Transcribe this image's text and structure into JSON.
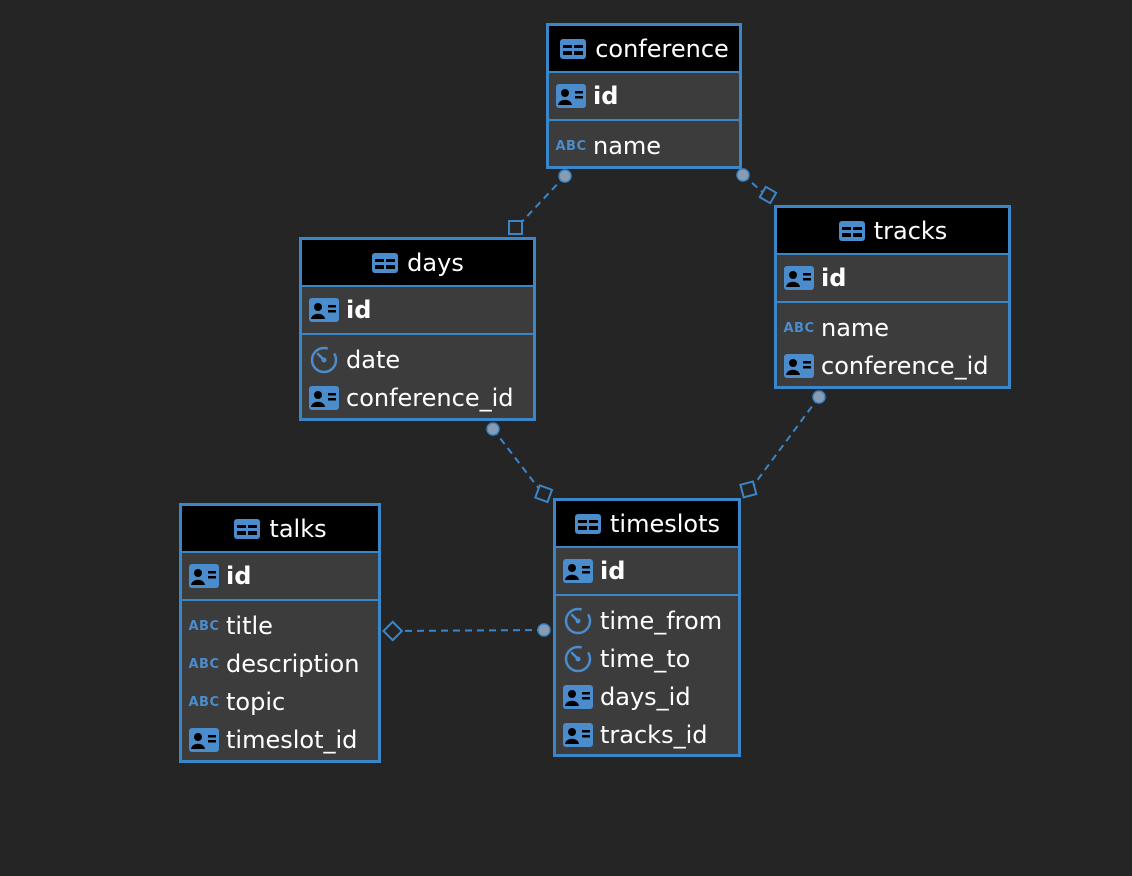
{
  "diagram": {
    "entities": [
      {
        "key": "conference",
        "title": "conference",
        "pk": {
          "name": "id",
          "icon": "id-card-icon"
        },
        "columns": [
          {
            "name": "name",
            "icon": "abc-icon",
            "abc_text": "ABC"
          }
        ]
      },
      {
        "key": "tracks",
        "title": "tracks",
        "pk": {
          "name": "id",
          "icon": "id-card-icon"
        },
        "columns": [
          {
            "name": "name",
            "icon": "abc-icon",
            "abc_text": "ABC"
          },
          {
            "name": "conference_id",
            "icon": "id-card-icon"
          }
        ]
      },
      {
        "key": "days",
        "title": "days",
        "pk": {
          "name": "id",
          "icon": "id-card-icon"
        },
        "columns": [
          {
            "name": "date",
            "icon": "clock-icon"
          },
          {
            "name": "conference_id",
            "icon": "id-card-icon"
          }
        ]
      },
      {
        "key": "timeslots",
        "title": "timeslots",
        "pk": {
          "name": "id",
          "icon": "id-card-icon"
        },
        "columns": [
          {
            "name": "time_from",
            "icon": "clock-icon"
          },
          {
            "name": "time_to",
            "icon": "clock-icon"
          },
          {
            "name": "days_id",
            "icon": "id-card-icon"
          },
          {
            "name": "tracks_id",
            "icon": "id-card-icon"
          }
        ]
      },
      {
        "key": "talks",
        "title": "talks",
        "pk": {
          "name": "id",
          "icon": "id-card-icon"
        },
        "columns": [
          {
            "name": "title",
            "icon": "abc-icon",
            "abc_text": "ABC"
          },
          {
            "name": "description",
            "icon": "abc-icon",
            "abc_text": "ABC"
          },
          {
            "name": "topic",
            "icon": "abc-icon",
            "abc_text": "ABC"
          },
          {
            "name": "timeslot_id",
            "icon": "id-card-icon"
          }
        ]
      }
    ],
    "relationships": [
      {
        "from": "conference",
        "to": "days"
      },
      {
        "from": "conference",
        "to": "tracks"
      },
      {
        "from": "days",
        "to": "timeslots"
      },
      {
        "from": "tracks",
        "to": "timeslots"
      },
      {
        "from": "timeslots",
        "to": "talks"
      }
    ],
    "colors": {
      "background": "#252525",
      "accent": "#3a86c8",
      "header": "#000000",
      "body": "#3c3c3c",
      "text": "#ffffff",
      "icon": "#4a8ccc",
      "connector_dot": "#8a9db0"
    }
  }
}
